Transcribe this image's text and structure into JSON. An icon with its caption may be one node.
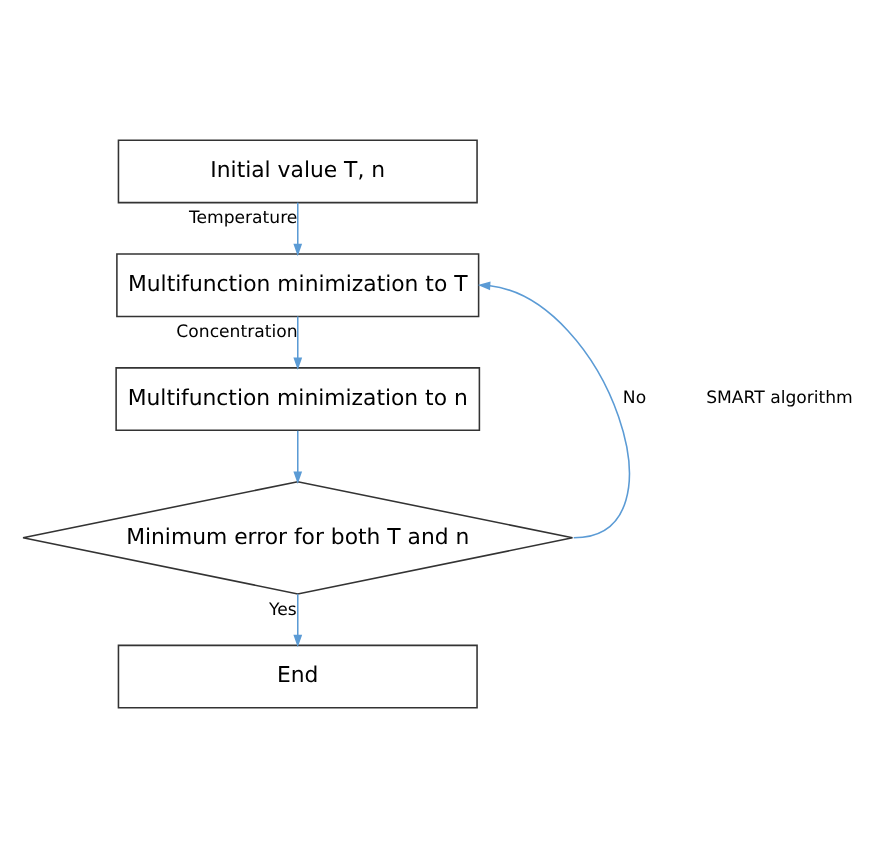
{
  "diagram": {
    "nodes": [
      {
        "text": [
          "Initial value T, n"
        ]
      },
      {
        "text": [
          "Multifunction minimization to T"
        ]
      },
      {
        "text": [
          "Multifunction minimization to n"
        ]
      },
      {
        "text": [
          "Minimum error for both T and n"
        ]
      },
      {
        "text": [
          "End"
        ]
      }
    ],
    "edges": [
      {
        "from": 0,
        "to": 1,
        "arrow": "to",
        "label": "Temperature"
      },
      {
        "from": 1,
        "to": 2,
        "arrow": "to",
        "label": "Concentration"
      },
      {
        "from": 2,
        "to": 3,
        "arrow": "to"
      },
      {
        "from": 3,
        "to": 4,
        "arrow": "to",
        "label": "Yes"
      },
      {
        "from": 3,
        "to": 1,
        "arrow": "to",
        "label": "No"
      }
    ],
    "labels": [
      "SMART algorithm"
    ]
  }
}
